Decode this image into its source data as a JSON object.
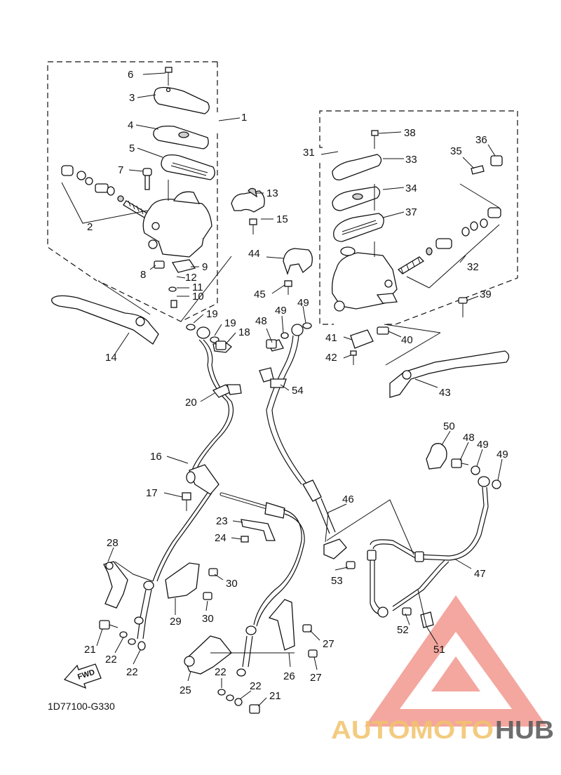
{
  "reference_code": "1D77100-G330",
  "fwd_label": "FWD",
  "watermark": {
    "brand_part1": "AUTOMOTO",
    "brand_part2": "HUB",
    "accent_color": "#f08a80",
    "gold_color": "#f2c36a",
    "gray_color": "#555555"
  },
  "part_numbers": {
    "p1": "1",
    "p2": "2",
    "p3": "3",
    "p4": "4",
    "p5": "5",
    "p6": "6",
    "p7": "7",
    "p8": "8",
    "p9": "9",
    "p10": "10",
    "p11": "11",
    "p12": "12",
    "p13": "13",
    "p14": "14",
    "p15": "15",
    "p16": "16",
    "p17": "17",
    "p18": "18",
    "p19a": "19",
    "p19b": "19",
    "p20": "20",
    "p21a": "21",
    "p21b": "21",
    "p22a": "22",
    "p22b": "22",
    "p22c": "22",
    "p22d": "22",
    "p23": "23",
    "p24": "24",
    "p25": "25",
    "p26": "26",
    "p27a": "27",
    "p27b": "27",
    "p28": "28",
    "p29": "29",
    "p30a": "30",
    "p30b": "30",
    "p31": "31",
    "p32": "32",
    "p33": "33",
    "p34": "34",
    "p35": "35",
    "p36": "36",
    "p37": "37",
    "p38": "38",
    "p39": "39",
    "p40": "40",
    "p41": "41",
    "p42": "42",
    "p43": "43",
    "p44": "44",
    "p45": "45",
    "p46": "46",
    "p47": "47",
    "p48a": "48",
    "p48b": "48",
    "p49a": "49",
    "p49b": "49",
    "p49c": "49",
    "p49d": "49",
    "p50": "50",
    "p51": "51",
    "p52": "52",
    "p53": "53",
    "p54": "54"
  }
}
